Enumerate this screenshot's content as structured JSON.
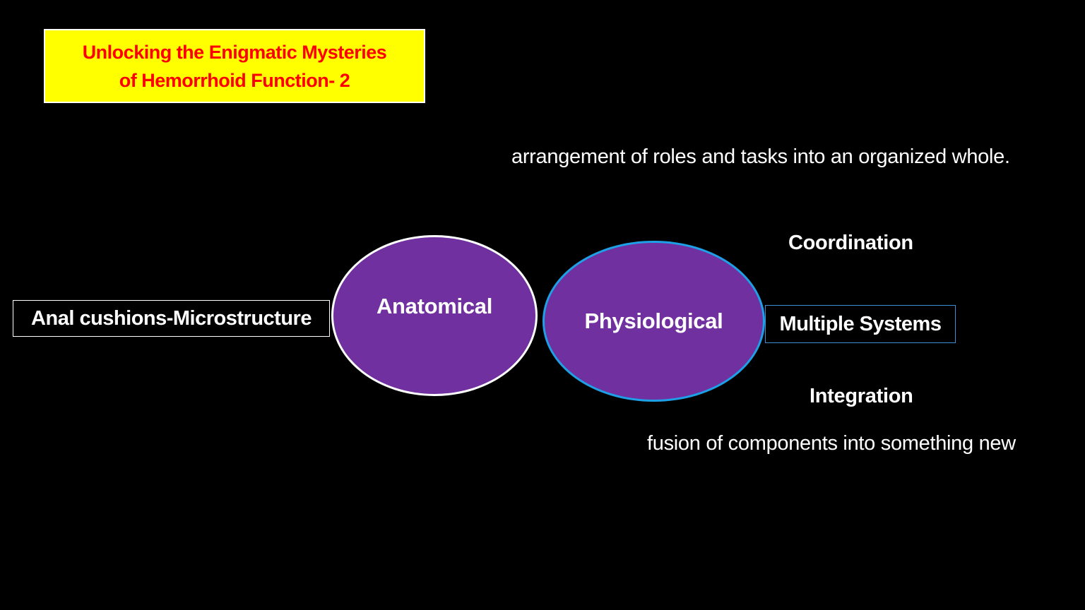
{
  "title": {
    "line1": "Unlocking the Enigmatic Mysteries",
    "line2": "of Hemorrhoid Function- 2"
  },
  "coordination": {
    "definition": "arrangement of roles and tasks into an organized whole.",
    "label": "Coordination"
  },
  "integration": {
    "label": "Integration",
    "definition": "fusion of components into something new"
  },
  "left_box": "Anal cushions-Microstructure",
  "right_box": "Multiple Systems",
  "ellipses": {
    "anatomical": "Anatomical",
    "physiological": "Physiological"
  },
  "colors": {
    "background": "#000000",
    "title_bg": "#ffff00",
    "title_text": "#ff0000",
    "ellipse_fill": "#7030a0",
    "anatomical_border": "#ffffff",
    "physiological_border": "#1ea0e6",
    "multiple_systems_border": "#3b8fd9"
  }
}
